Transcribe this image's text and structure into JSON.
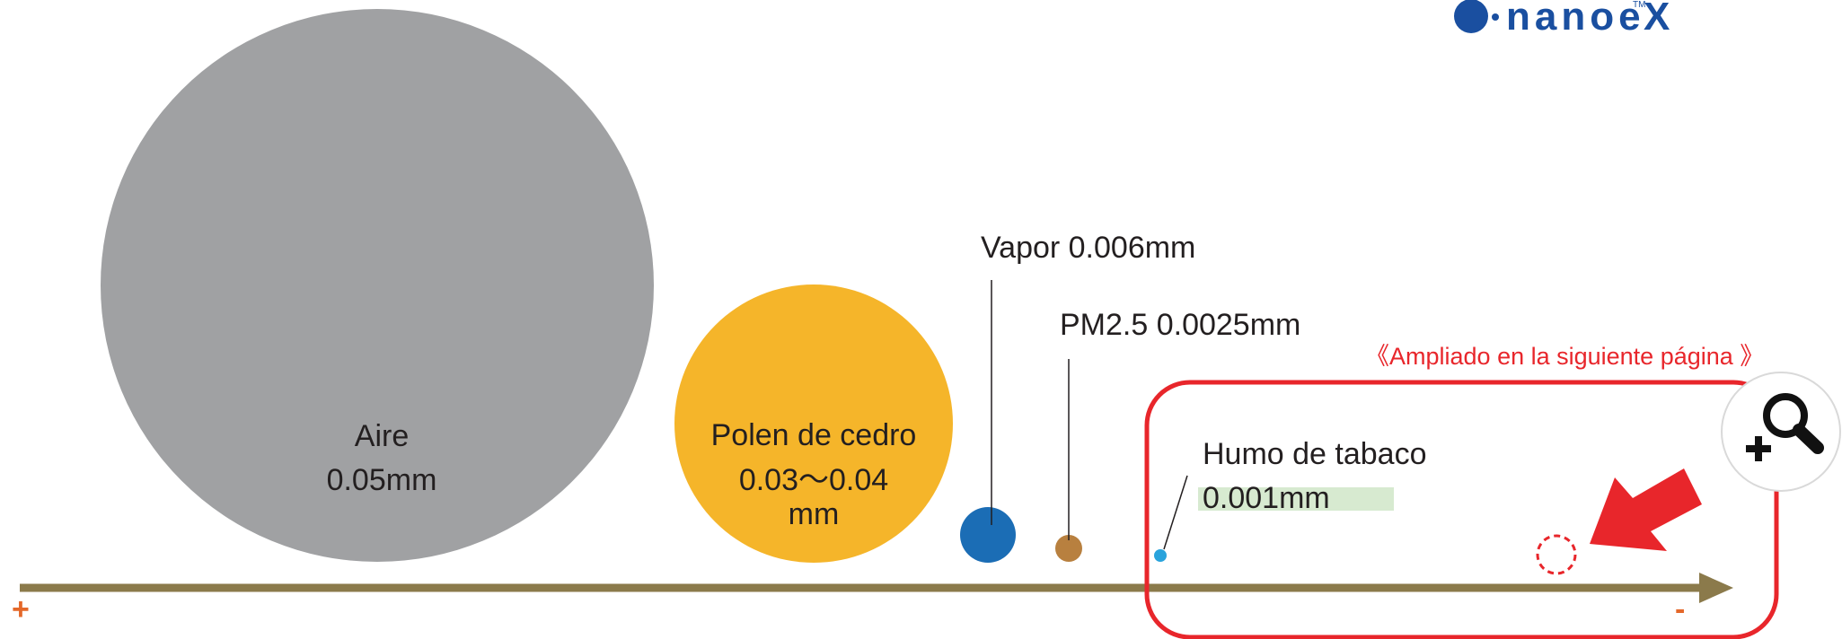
{
  "brand": {
    "name": "nanoe",
    "suffix": "X",
    "trademark": "TM"
  },
  "particles": [
    {
      "id": "aire",
      "name": "Aire",
      "size": "0.05mm",
      "color": "#a0a1a3"
    },
    {
      "id": "polen",
      "name": "Polen de cedro",
      "size_line1": "0.03～0.04",
      "size_line2": "mm",
      "color": "#f5b52a"
    },
    {
      "id": "vapor",
      "label": "Vapor 0.006mm",
      "color": "#1b6db5"
    },
    {
      "id": "pm25",
      "label": "PM2.5 0.0025mm",
      "color": "#b8803f"
    },
    {
      "id": "humo",
      "name": "Humo de tabaco",
      "size": "0.001mm",
      "color": "#29a3dc",
      "highlight": "#d7ead0"
    }
  ],
  "callout": {
    "text": "《Ampliado en la siguiente página 》",
    "color": "#e8262b"
  },
  "axis": {
    "plus_label": "+",
    "minus_label": "-",
    "color": "#8b7a4b",
    "sign_color": "#e4682a"
  },
  "icons": {
    "zoom": "zoom-in-icon",
    "arrow": "pointer-arrow-icon",
    "target": "dashed-circle-icon"
  }
}
